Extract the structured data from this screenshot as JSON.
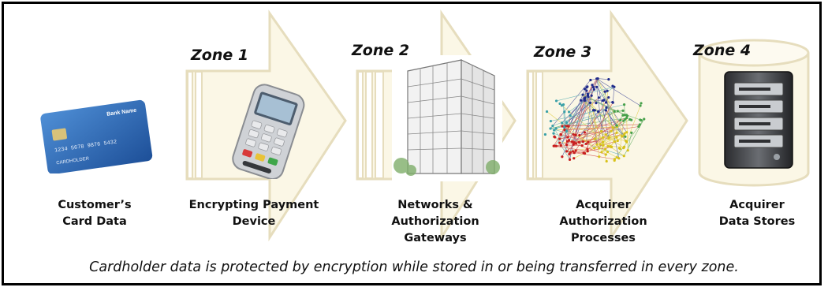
{
  "zones": [
    {
      "label": "Zone 1"
    },
    {
      "label": "Zone 2"
    },
    {
      "label": "Zone 3"
    },
    {
      "label": "Zone 4"
    }
  ],
  "captions": [
    {
      "lines": [
        "Customer’s",
        "Card Data"
      ]
    },
    {
      "lines": [
        "Encrypting Payment",
        "Device"
      ]
    },
    {
      "lines": [
        "Networks &",
        "Authorization",
        "Gateways"
      ]
    },
    {
      "lines": [
        "Acquirer",
        "Authorization",
        "Processes"
      ]
    },
    {
      "lines": [
        "Acquirer",
        "Data Stores"
      ]
    }
  ],
  "footer": "Cardholder data is protected by encryption while stored in or being transferred in every zone.",
  "card": {
    "bank": "Bank Name",
    "number": "1234 5678 9876 5432",
    "holder": "CARDHOLDER"
  },
  "colors": {
    "arrow_fill": "#fbf7e6",
    "arrow_stroke": "#e8e0c2",
    "card_blue": "#2e6bb6"
  }
}
